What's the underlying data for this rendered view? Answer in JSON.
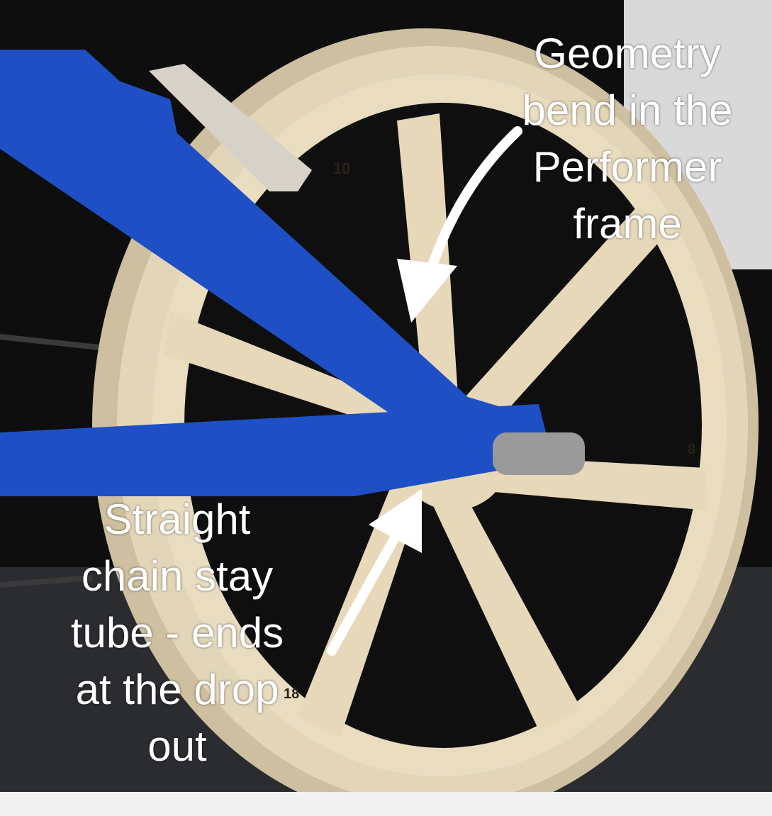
{
  "annotations": {
    "top": {
      "lines": [
        "Geometry",
        "bend in the",
        "Performer",
        "frame"
      ]
    },
    "bottom": {
      "lines": [
        "Straight",
        "chain stay",
        "tube - ends",
        "at the drop",
        "out"
      ]
    }
  },
  "rim_markings": {
    "top": "10",
    "right": "8",
    "bottom": "18"
  },
  "colors": {
    "frame": "#1f4fc4",
    "wheel": "#e8dcc0",
    "tire": "#d8ccb2",
    "background": "#0d0d0d",
    "arrow": "#ffffff",
    "footer": "#f1f1f1"
  }
}
